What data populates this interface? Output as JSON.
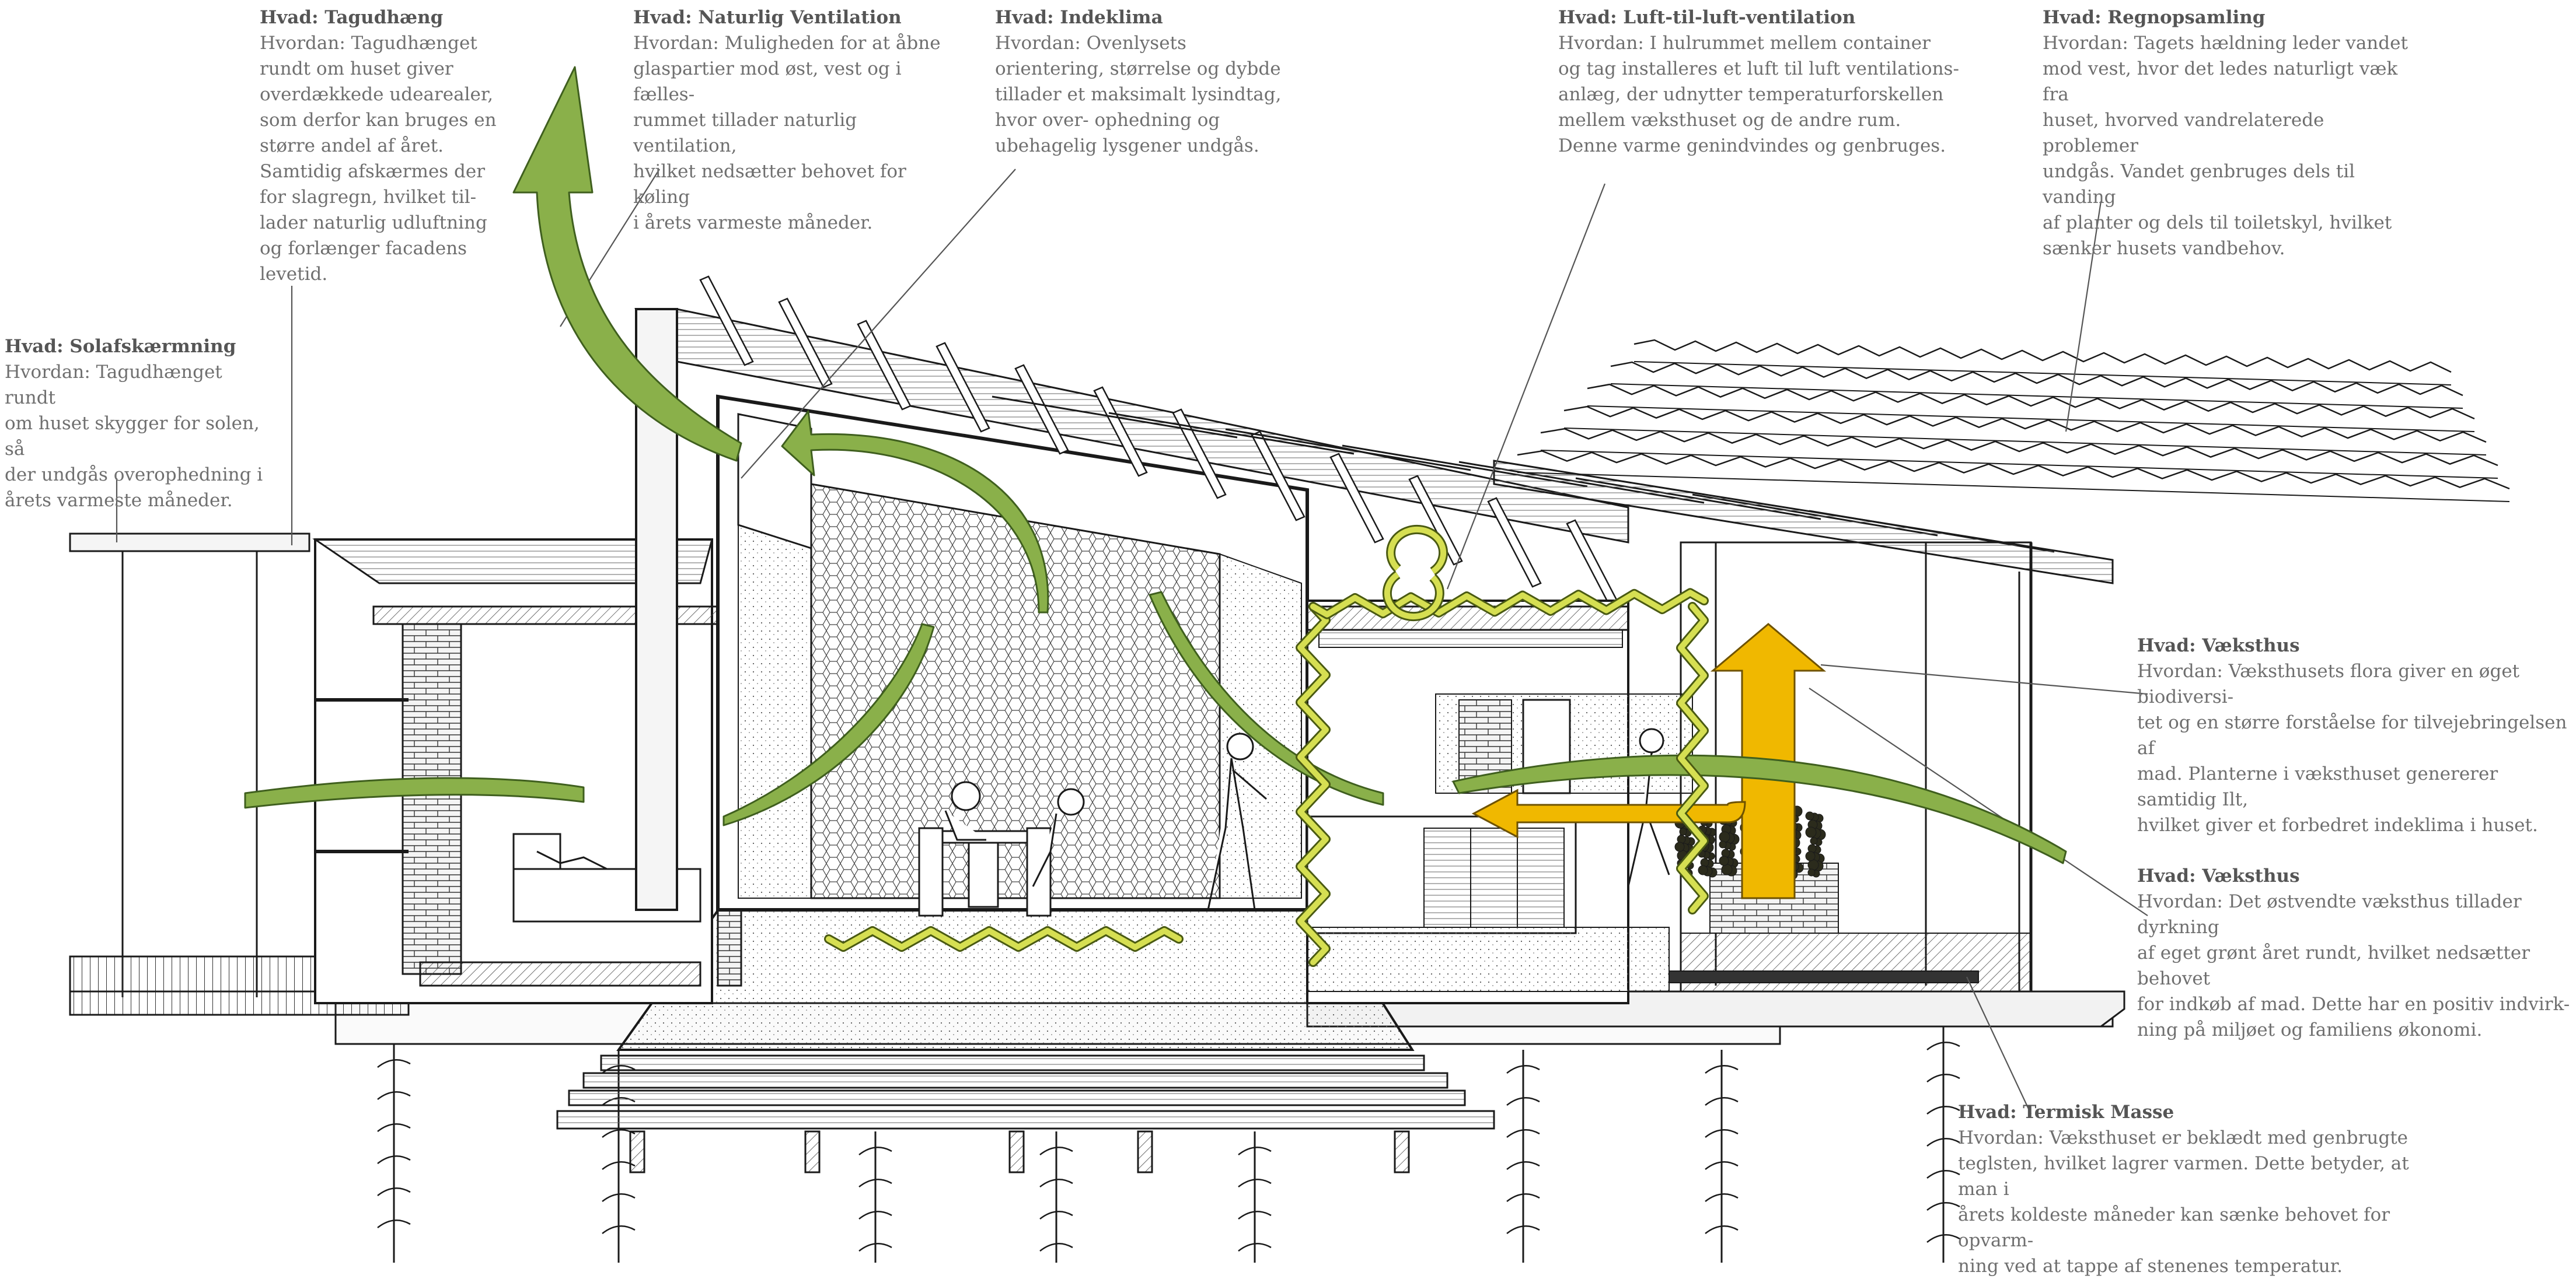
{
  "colors": {
    "line": "#1a1a1a",
    "hatch": "#2a2a2a",
    "annotation_text": "#6f6f6f",
    "annotation_title": "#555555",
    "leader": "#555555",
    "airflow_arrow": "#8ab04a",
    "airflow_arrow_outline": "#3f5f1e",
    "thermal_arrow": "#f0b800",
    "thermal_arrow_outline": "#6e5200",
    "air_coil": "#d6df52",
    "air_coil_outline": "#4a5a12",
    "plants": "#2b2b1c"
  },
  "annotations": [
    {
      "id": "tagudhaeng",
      "what": "Hvad: Tagudhæng",
      "how": "Hvordan: Tagudhænget\nrundt om huset giver\noverdækkede udearealer,\nsom derfor kan bruges en\nstørre andel af året.\nSamtidig afskærmes der\nfor slagregn, hvilket til-\nlader naturlig udluftning\nog forlænger facadens\nlevetid."
    },
    {
      "id": "naturlig-ventilation",
      "what": "Hvad: Naturlig Ventilation",
      "how": "Hvordan: Muligheden for at åbne\nglaspartier mod øst, vest og i fælles-\nrummet tillader naturlig ventilation,\nhvilket nedsætter behovet for køling\ni årets varmeste måneder."
    },
    {
      "id": "indeklima",
      "what": "Hvad: Indeklima",
      "how": "Hvordan: Ovenlysets\norientering, størrelse og dybde\ntillader et maksimalt lysindtag,\nhvor over- ophedning og\nubehagelig lysgener undgås."
    },
    {
      "id": "luft-til-luft",
      "what": "Hvad: Luft-til-luft-ventilation",
      "how": "Hvordan: I hulrummet mellem container\nog tag installeres et luft til luft ventilations-\nanlæg, der udnytter temperaturforskellen\nmellem væksthuset og de andre rum.\nDenne varme genindvindes og genbruges."
    },
    {
      "id": "regnopsamling",
      "what": "Hvad: Regnopsamling",
      "how": "Hvordan: Tagets hældning leder vandet\nmod vest, hvor det ledes naturligt væk fra\nhuset, hvorved vandrelaterede problemer\nundgås. Vandet genbruges dels til vanding\naf planter og dels til toiletskyl, hvilket\nsænker husets vandbehov."
    },
    {
      "id": "solafskaermning",
      "what": "Hvad: Solafskærmning",
      "how": "Hvordan: Tagudhænget rundt\nom huset skygger for solen, så\nder undgås overophedning i\nårets varmeste måneder."
    },
    {
      "id": "vaeksthus-1",
      "what": "Hvad: Væksthus",
      "how": "Hvordan: Væksthusets flora giver en øget biodiversi-\ntet og en større forståelse for tilvejebringelsen af\nmad. Planterne i væksthuset genererer samtidig Ilt,\nhvilket giver et forbedret indeklima i huset."
    },
    {
      "id": "vaeksthus-2",
      "what": "Hvad: Væksthus",
      "how": "Hvordan: Det østvendte væksthus tillader dyrkning\naf eget grønt året rundt, hvilket nedsætter behovet\nfor indkøb af mad. Dette har en positiv indvirk-\nning på miljøet og familiens økonomi."
    },
    {
      "id": "termisk-masse",
      "what": "Hvad: Termisk Masse",
      "how": "Hvordan: Væksthuset er beklædt med genbrugte\nteglsten, hvilket lagrer varmen. Dette betyder, at man i\nårets koldeste måneder kan sænke behovet for opvarm-\nning ved at tappe af stenenes temperatur."
    }
  ]
}
